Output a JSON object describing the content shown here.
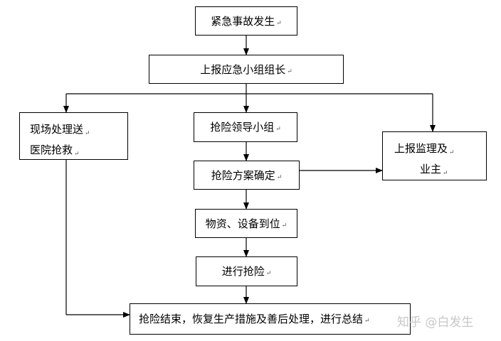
{
  "flowchart": {
    "nodes": {
      "start": "紧急事故发生",
      "report_team_leader": "上报应急小组组长",
      "onsite_line1": "现场处理送",
      "onsite_line2": "医院抢救",
      "rescue_team": "抢险领导小组",
      "rescue_plan": "抢险方案确定",
      "report_supervisor_line1": "上报监理及",
      "report_supervisor_line2": "业主",
      "materials": "物资、设备到位",
      "execute_rescue": "进行抢险",
      "end": "抢险结束，恢复生产措施及善后处理，进行总结"
    },
    "paragraph_mark": "↵",
    "edges": [
      [
        "start",
        "report_team_leader"
      ],
      [
        "report_team_leader",
        "onsite"
      ],
      [
        "report_team_leader",
        "rescue_team"
      ],
      [
        "report_team_leader",
        "report_supervisor"
      ],
      [
        "rescue_team",
        "rescue_plan"
      ],
      [
        "rescue_plan",
        "report_supervisor"
      ],
      [
        "rescue_plan",
        "materials"
      ],
      [
        "materials",
        "execute_rescue"
      ],
      [
        "execute_rescue",
        "end"
      ],
      [
        "onsite",
        "end"
      ]
    ]
  },
  "watermark": "知乎 @白发生"
}
